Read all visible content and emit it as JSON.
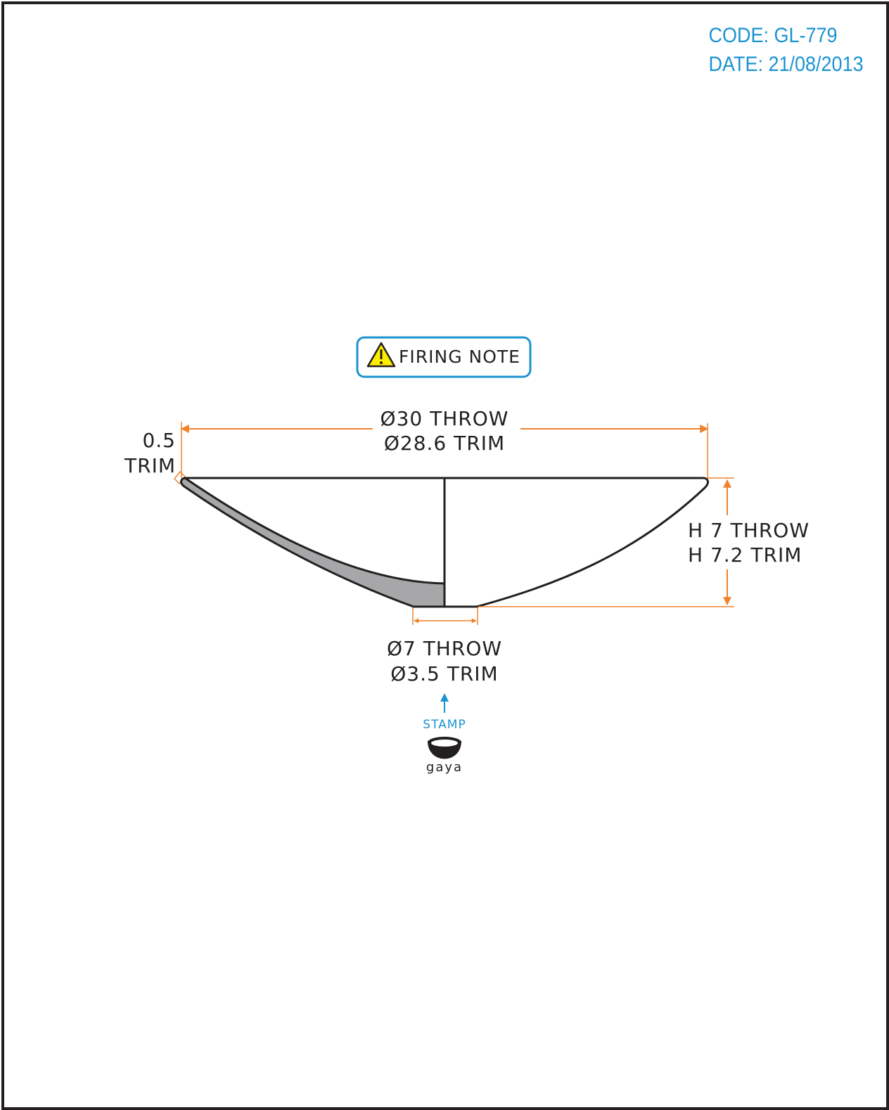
{
  "header": {
    "code": "CODE: GL-779",
    "date": "DATE: 21/08/2013"
  },
  "firing_note": {
    "label": "FIRING NOTE",
    "icon": "warning-triangle-icon"
  },
  "dimensions": {
    "diameter_throw": "Ø30 THROW",
    "diameter_trim": "Ø28.6 TRIM",
    "rim_trim_value": "0.5",
    "rim_trim_label": "TRIM",
    "height_throw": "H 7 THROW",
    "height_trim": "H 7.2 TRIM",
    "base_throw": "Ø7 THROW",
    "base_trim": "Ø3.5 TRIM"
  },
  "stamp": {
    "label": "STAMP",
    "brand": "gaya",
    "icon": "bowl-logo-icon"
  },
  "colors": {
    "dimension": "#f0822d",
    "accent": "#1b93d0",
    "outline": "#231f20",
    "trim_fill": "#a7a7a9",
    "warning": "#ffed00"
  }
}
